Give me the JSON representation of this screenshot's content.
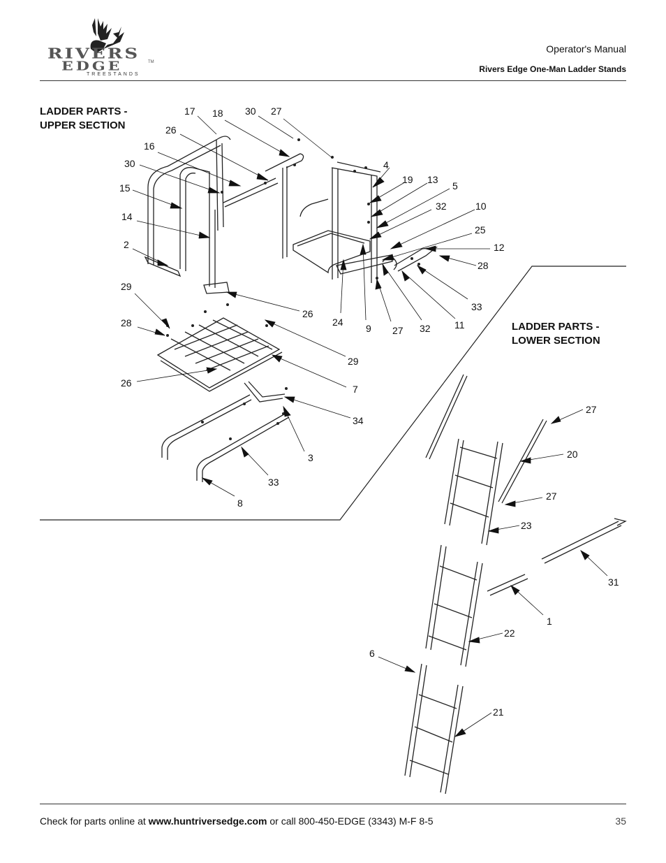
{
  "header": {
    "brand_top": "RIVERS",
    "brand_bottom": "EDGE",
    "brand_sub": "TREESTANDS",
    "brand_tm": "TM",
    "manual_title": "Operator's Manual",
    "product_title": "Rivers Edge One-Man Ladder Stands"
  },
  "sections": {
    "upper_line1": "LADDER PARTS -",
    "upper_line2": "UPPER SECTION",
    "lower_line1": "LADDER PARTS -",
    "lower_line2": "LOWER SECTION"
  },
  "callouts": {
    "upper": [
      "17",
      "18",
      "30",
      "27",
      "26",
      "16",
      "30",
      "15",
      "14",
      "2",
      "4",
      "19",
      "13",
      "5",
      "32",
      "10",
      "25",
      "12",
      "28",
      "29",
      "26",
      "28",
      "26",
      "29",
      "7",
      "33",
      "24",
      "9",
      "27",
      "32",
      "11",
      "34",
      "3",
      "33",
      "8"
    ],
    "lower": [
      "27",
      "20",
      "27",
      "23",
      "31",
      "1",
      "22",
      "6",
      "21"
    ]
  },
  "footer": {
    "text_before": "Check for parts online at ",
    "url": "www.huntriversedge.com",
    "text_after": " or call 800-450-EDGE (3343) M-F 8-5",
    "page_number": "35"
  }
}
